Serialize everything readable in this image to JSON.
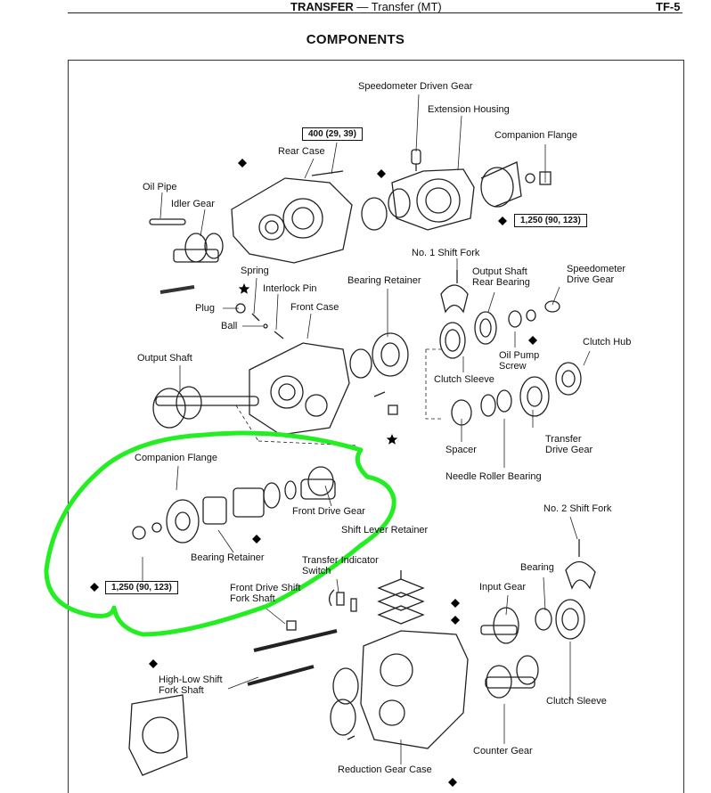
{
  "header": {
    "section_bold": "TRANSFER",
    "section_rest": "— Transfer (MT)",
    "page_code": "TF-5"
  },
  "page_title": "COMPONENTS",
  "labels": {
    "speedometer_driven_gear": "Speedometer Driven Gear",
    "extension_housing": "Extension Housing",
    "companion_flange_top": "Companion Flange",
    "rear_case": "Rear Case",
    "oil_pipe": "Oil Pipe",
    "idler_gear": "Idler Gear",
    "no1_shift_fork": "No. 1 Shift Fork",
    "output_shaft_rear_bearing": "Output Shaft\nRear Bearing",
    "speedometer_drive_gear": "Speedometer\nDrive Gear",
    "spring": "Spring",
    "interlock_pin": "Interlock Pin",
    "bearing_retainer_top": "Bearing Retainer",
    "plug": "Plug",
    "ball": "Ball",
    "front_case": "Front Case",
    "clutch_hub": "Clutch Hub",
    "oil_pump_screw": "Oil Pump\nScrew",
    "output_shaft": "Output Shaft",
    "clutch_sleeve_top": "Clutch Sleeve",
    "transfer_drive_gear": "Transfer\nDrive Gear",
    "spacer": "Spacer",
    "needle_roller_bearing": "Needle Roller Bearing",
    "companion_flange_front": "Companion Flange",
    "front_drive_gear": "Front Drive Gear",
    "no2_shift_fork": "No. 2 Shift Fork",
    "shift_lever_retainer": "Shift Lever Retainer",
    "bearing_retainer_front": "Bearing Retainer",
    "transfer_indicator_switch": "Transfer Indicator\nSwitch",
    "bearing": "Bearing",
    "input_gear": "Input Gear",
    "front_drive_shift_fork_shaft": "Front Drive Shift\nFork Shaft",
    "high_low_shift_fork_shaft": "High-Low Shift\nFork Shaft",
    "clutch_sleeve_bottom": "Clutch Sleeve",
    "counter_gear": "Counter Gear",
    "reduction_gear_case": "Reduction Gear Case"
  },
  "torque_specs": {
    "rear_case_bolt": "400 (29, 39)",
    "companion_flange_nut_top": "1,250 (90, 123)",
    "companion_flange_nut_front": "1,250 (90, 123)"
  },
  "symbols": {
    "non_reusable_part": "diamond-icon",
    "precoated_part": "star-icon"
  },
  "highlight_color": "#22ee22"
}
